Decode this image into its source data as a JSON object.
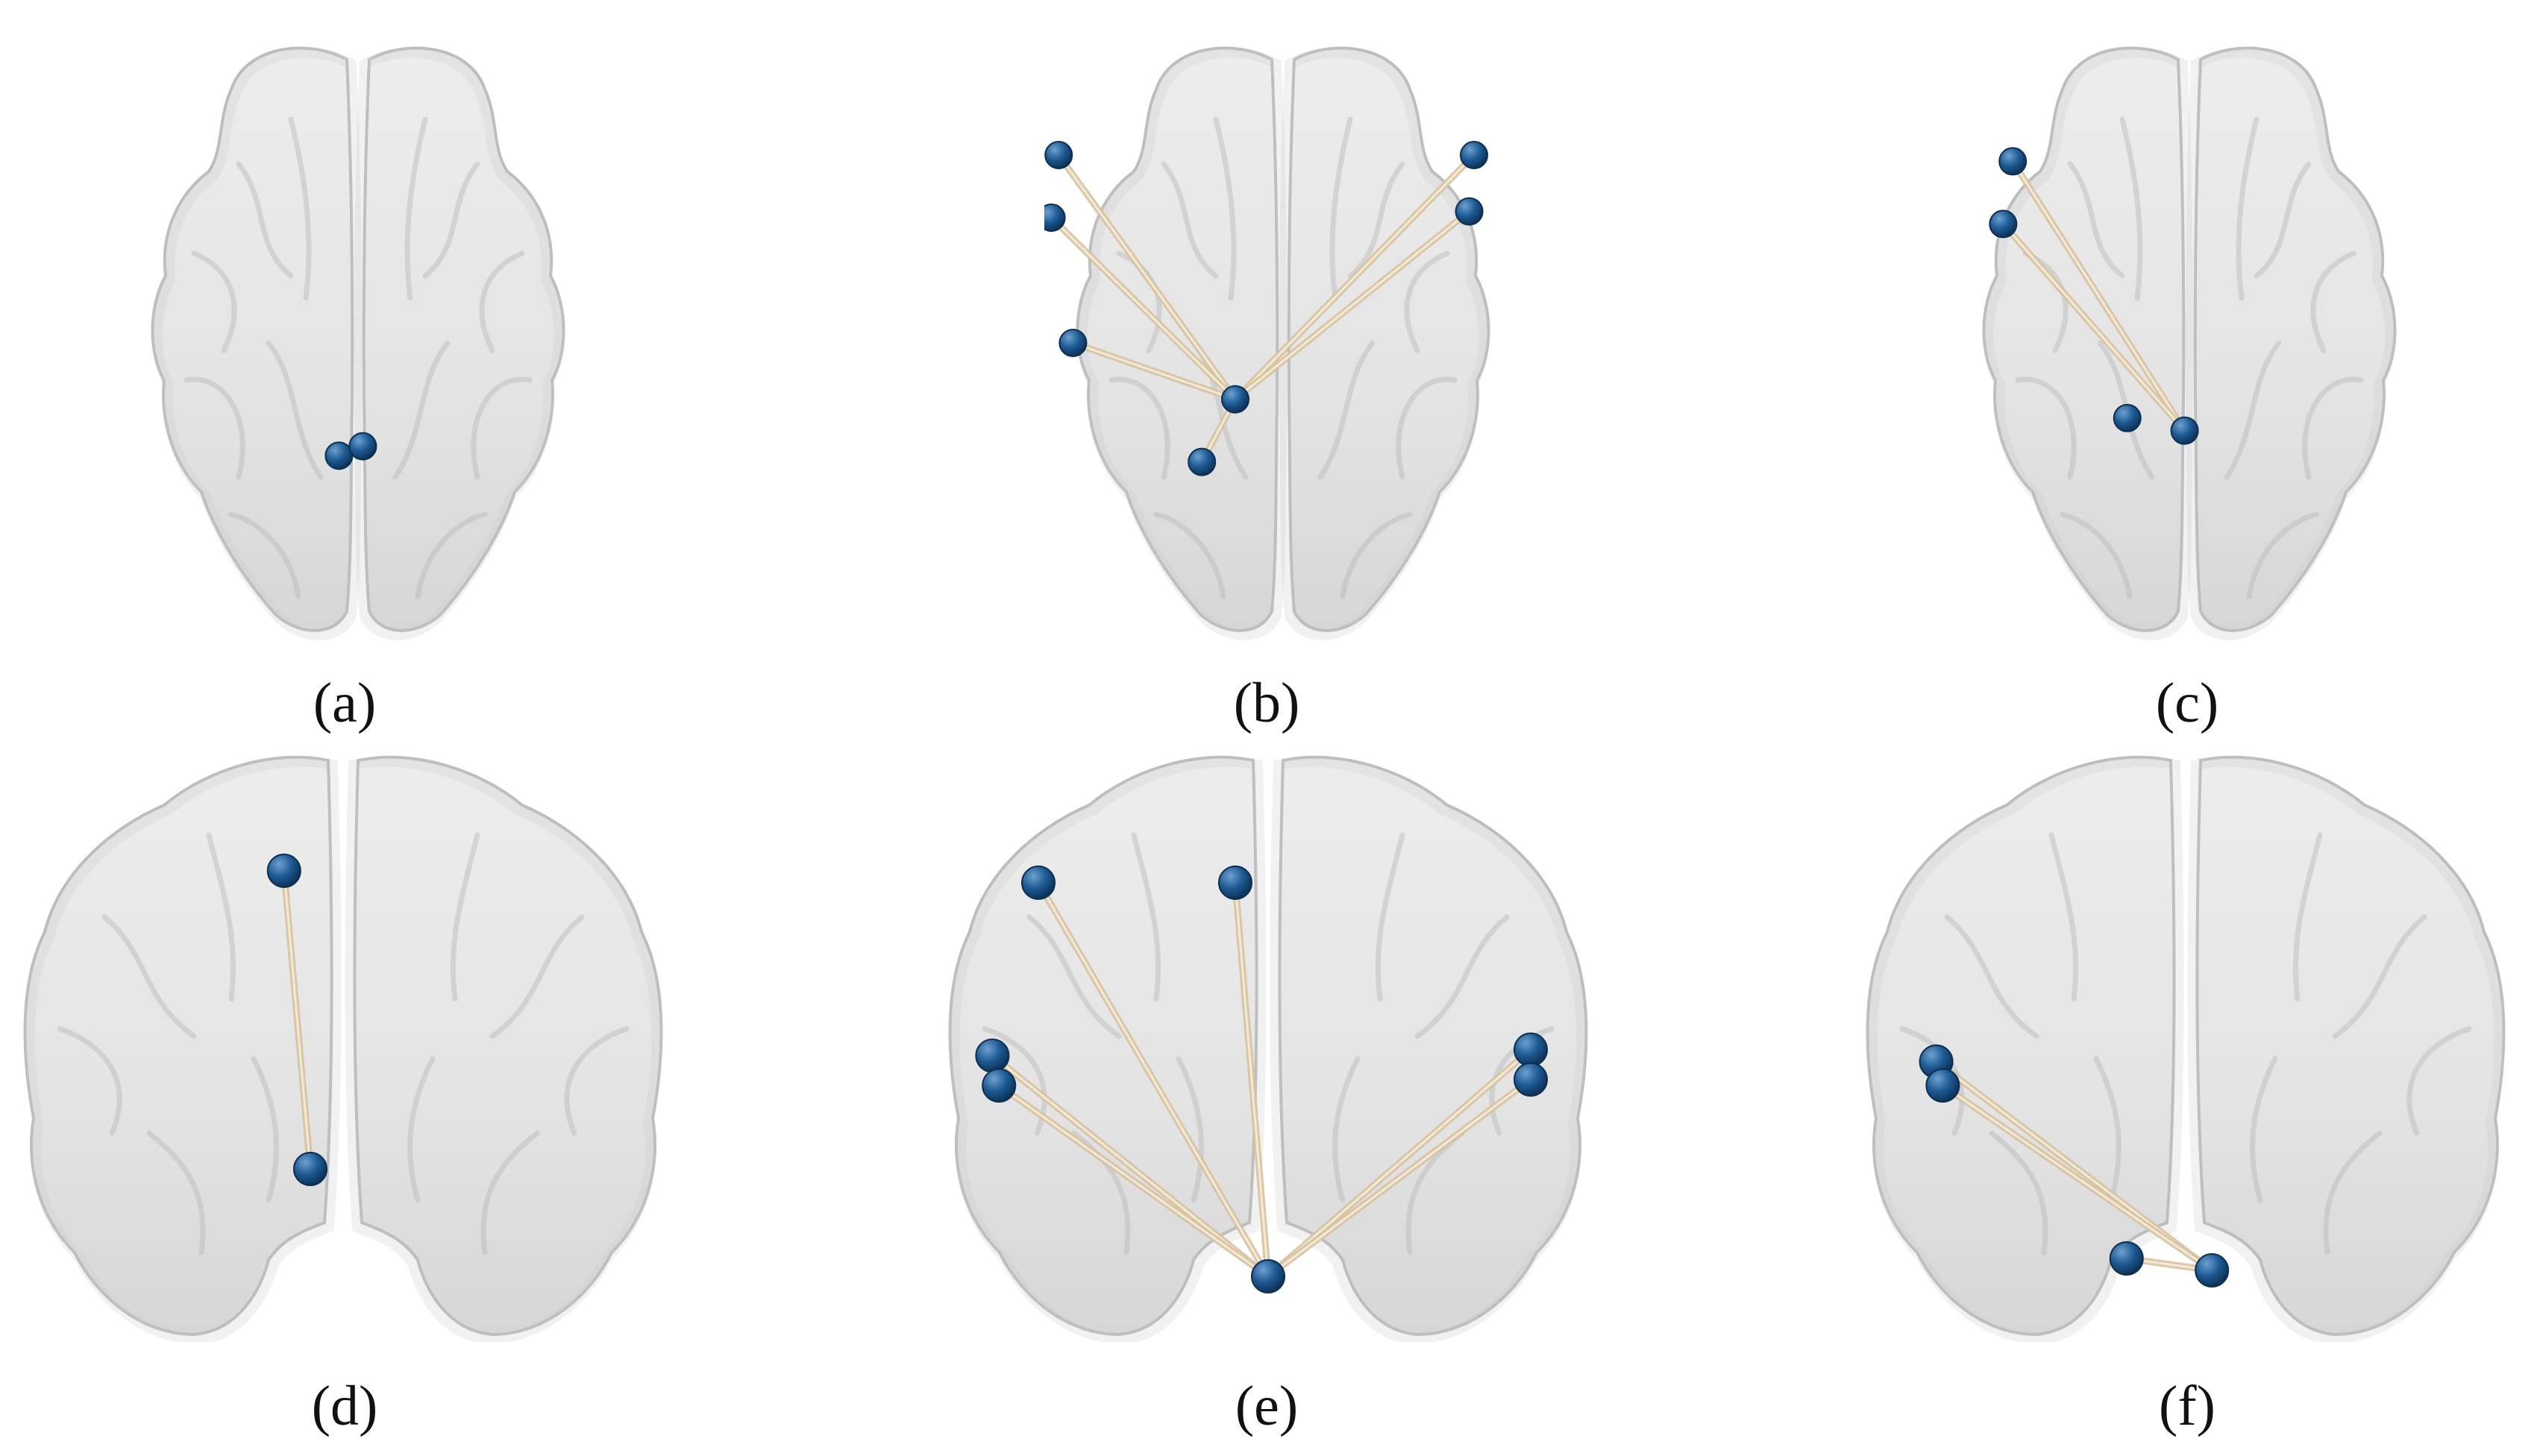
{
  "figure": {
    "background_color": "#ffffff",
    "panels": [
      {
        "label": "(a)",
        "view": "axial",
        "nodes": [
          [
            0.46,
            0.68
          ],
          [
            0.51,
            0.665
          ]
        ],
        "edges": [
          [
            0,
            1
          ]
        ]
      },
      {
        "label": "(b)",
        "view": "axial",
        "nodes": [
          [
            0.03,
            0.2
          ],
          [
            0.015,
            0.3
          ],
          [
            0.06,
            0.5
          ],
          [
            0.9,
            0.2
          ],
          [
            0.89,
            0.29
          ],
          [
            0.4,
            0.59
          ],
          [
            0.33,
            0.69
          ]
        ],
        "edges": [
          [
            0,
            5
          ],
          [
            1,
            5
          ],
          [
            2,
            5
          ],
          [
            3,
            5
          ],
          [
            4,
            5
          ],
          [
            6,
            5
          ]
        ]
      },
      {
        "label": "(c)",
        "view": "axial",
        "nodes": [
          [
            0.13,
            0.21
          ],
          [
            0.11,
            0.31
          ],
          [
            0.37,
            0.62
          ],
          [
            0.49,
            0.64
          ]
        ],
        "edges": [
          [
            0,
            3
          ],
          [
            1,
            3
          ]
        ]
      },
      {
        "label": "(d)",
        "view": "coronal",
        "nodes": [
          [
            0.41,
            0.21
          ],
          [
            0.45,
            0.71
          ]
        ],
        "edges": [
          [
            0,
            1
          ]
        ]
      },
      {
        "label": "(e)",
        "view": "coronal",
        "nodes": [
          [
            0.15,
            0.23
          ],
          [
            0.45,
            0.23
          ],
          [
            0.08,
            0.52
          ],
          [
            0.09,
            0.57
          ],
          [
            0.9,
            0.51
          ],
          [
            0.9,
            0.56
          ],
          [
            0.5,
            0.89
          ]
        ],
        "edges": [
          [
            0,
            6
          ],
          [
            1,
            6
          ],
          [
            2,
            6
          ],
          [
            3,
            6
          ],
          [
            4,
            6
          ],
          [
            5,
            6
          ]
        ]
      },
      {
        "label": "(f)",
        "view": "coronal",
        "nodes": [
          [
            0.12,
            0.53
          ],
          [
            0.13,
            0.57
          ],
          [
            0.41,
            0.86
          ],
          [
            0.54,
            0.88
          ]
        ],
        "edges": [
          [
            0,
            3
          ],
          [
            1,
            3
          ],
          [
            2,
            3
          ]
        ]
      }
    ],
    "colors": {
      "brain_fill": "#e2e2e2",
      "brain_stroke": "#bdbdbd",
      "brain_shadow": "#c6c6c6",
      "gyri": "#b8b8b8",
      "node": "#1d5a94",
      "node_highlight": "#6fa0cf",
      "edge": "#d8c3a0"
    }
  }
}
